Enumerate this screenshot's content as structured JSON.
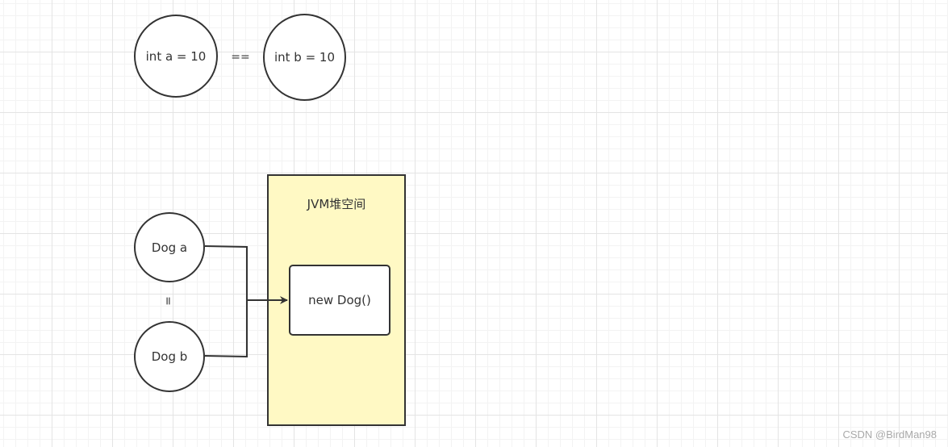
{
  "nodes": {
    "int_a": "int a = 10",
    "int_b": "int b = 10",
    "dog_a": "Dog a",
    "dog_b": "Dog b",
    "heap": "JVM堆空间",
    "new_dog": "new Dog()"
  },
  "operators": {
    "primitive_compare": "==",
    "reference_compare": "="
  },
  "watermark": "CSDN @BirdMan98"
}
